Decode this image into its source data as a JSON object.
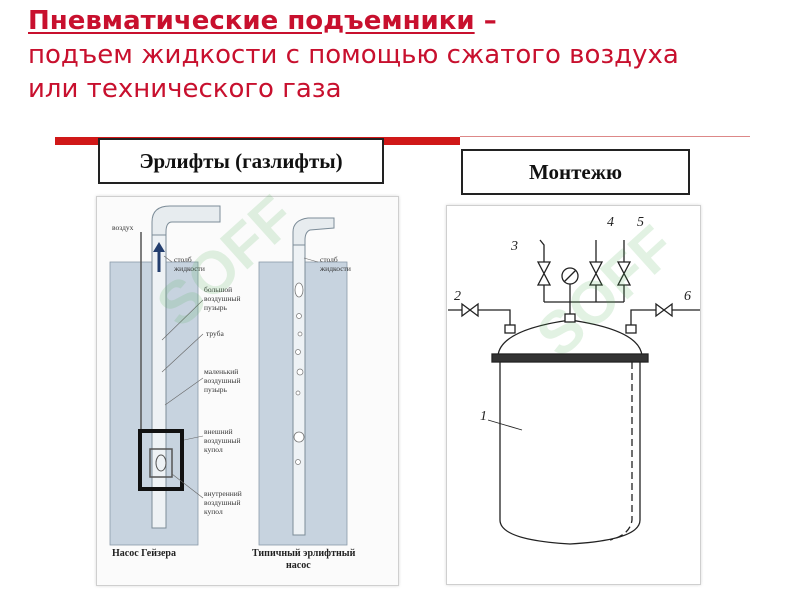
{
  "title": {
    "bold": "Пневматические подъемники",
    "dash": " –",
    "line2": "подъем жидкости с помощью сжатого воздуха",
    "line3": "или технического газа"
  },
  "box_left": "Эрлифты (газлифты)",
  "box_right": "Монтежю",
  "left_diagram": {
    "label_air": "воздух",
    "label_column_1": [
      "столб",
      "жидкости"
    ],
    "label_column_2": [
      "столб",
      "жидкости"
    ],
    "label_big_bubble": [
      "большой",
      "воздушный",
      "пузырь"
    ],
    "label_pipe": "труба",
    "label_small_bubble": [
      "маленький",
      "воздушный",
      "пузырь"
    ],
    "label_outer_dome": [
      "внешний",
      "воздушный",
      "купол"
    ],
    "label_inner_dome": [
      "внутренний",
      "воздушный",
      "купол"
    ],
    "caption_geyser": "Насос Гейзера",
    "caption_typical": [
      "Типичный эрлифтный",
      "насос"
    ]
  },
  "right_diagram": {
    "numbers": [
      "1",
      "2",
      "3",
      "4",
      "5",
      "6"
    ]
  },
  "watermark": "SOFF"
}
